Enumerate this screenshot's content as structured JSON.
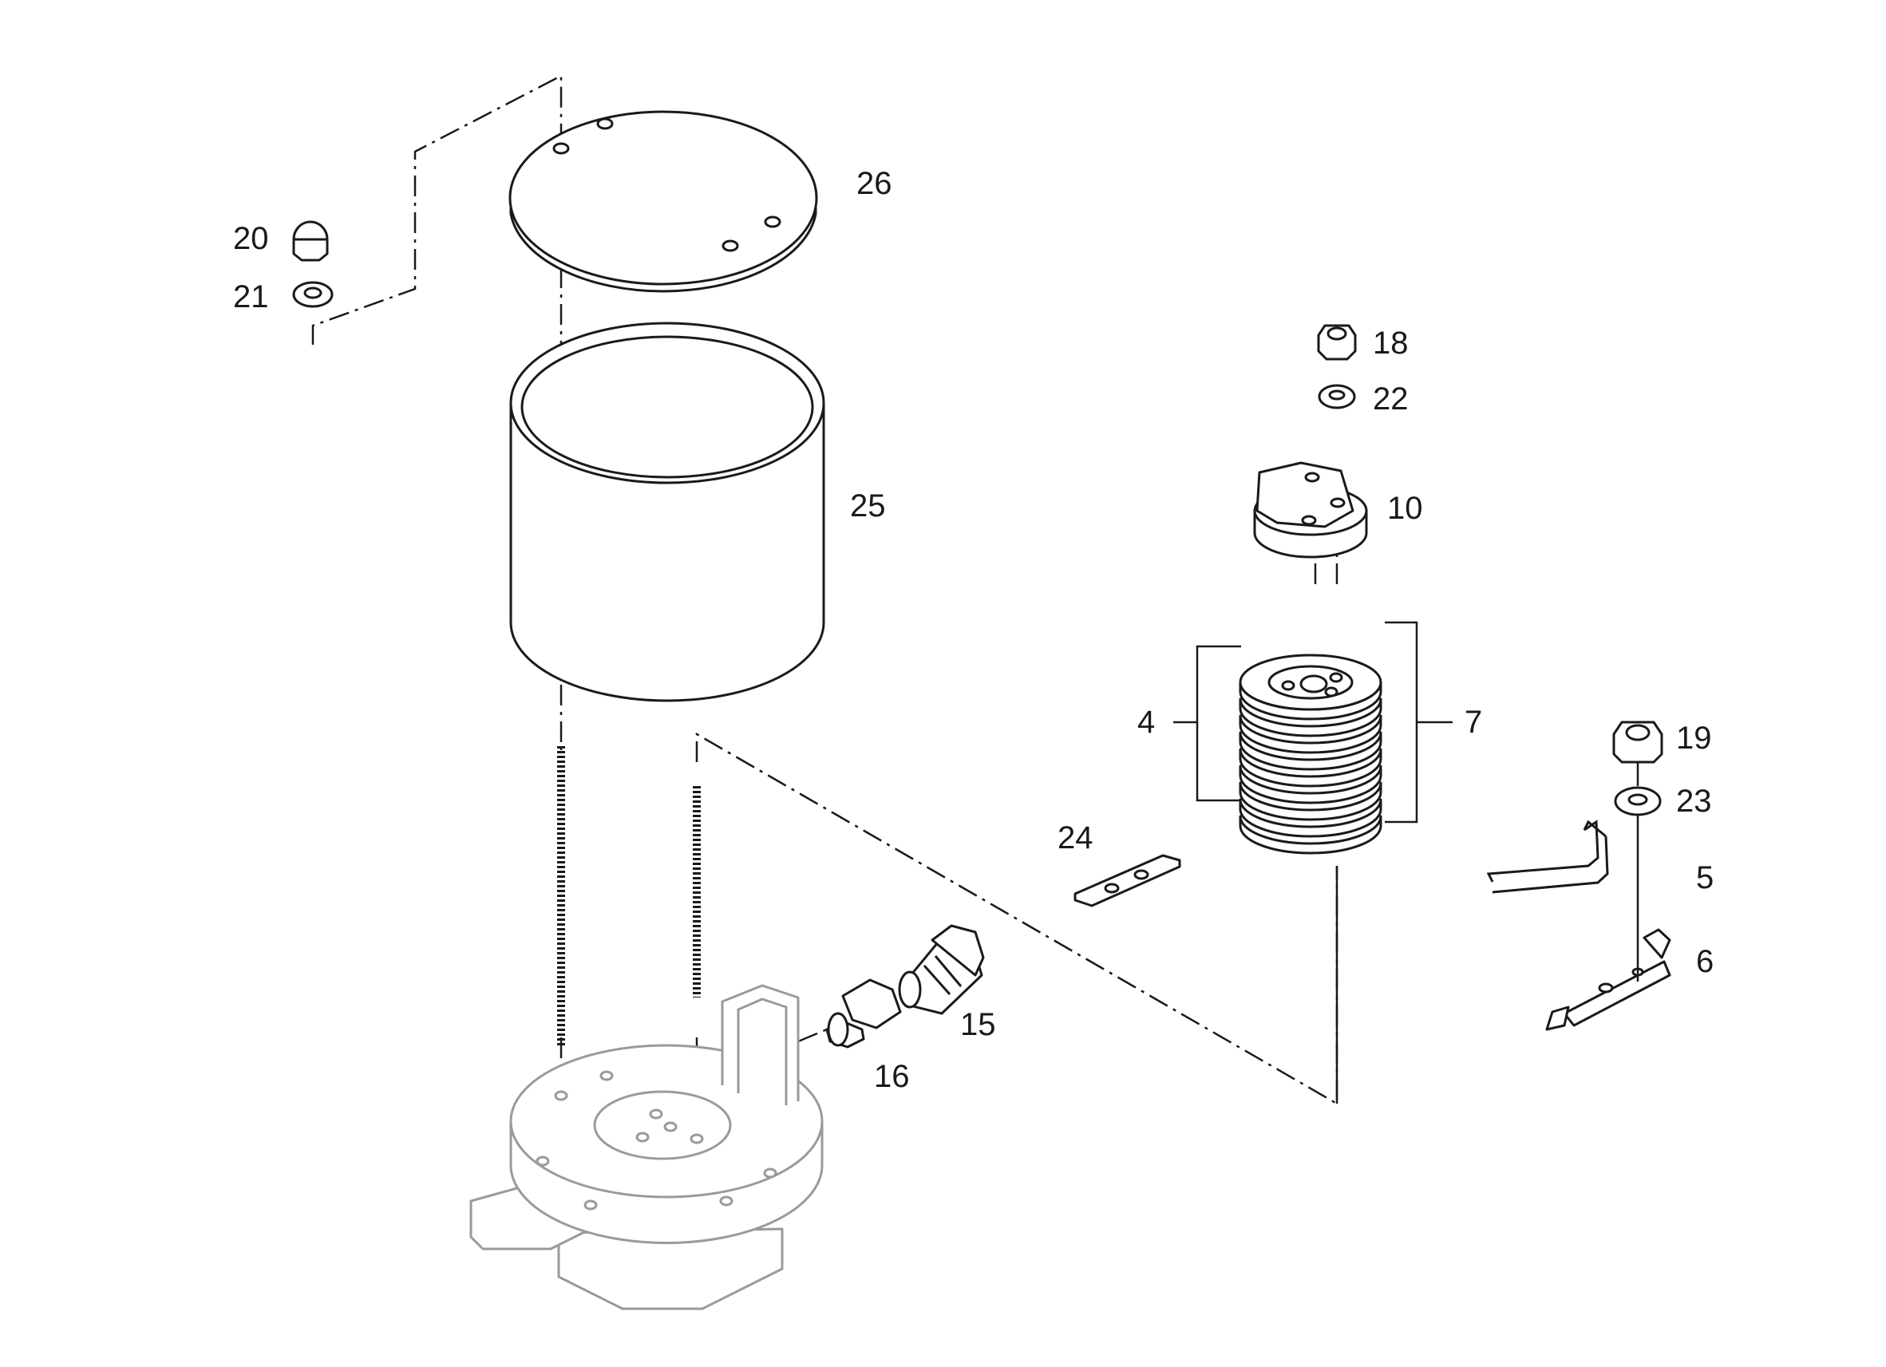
{
  "diagram": {
    "callouts": {
      "p4": "4",
      "p5": "5",
      "p6": "6",
      "p7": "7",
      "p10": "10",
      "p15": "15",
      "p16": "16",
      "p18": "18",
      "p19": "19",
      "p20": "20",
      "p21": "21",
      "p22": "22",
      "p23": "23",
      "p24": "24",
      "p25": "25",
      "p26": "26"
    }
  }
}
